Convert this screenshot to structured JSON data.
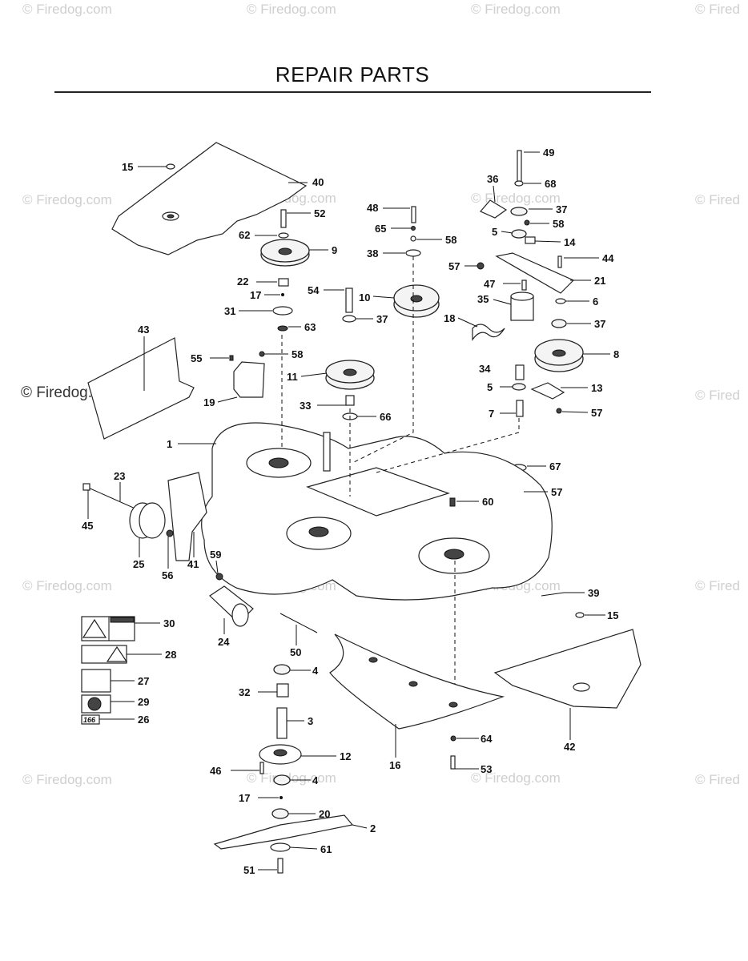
{
  "page_title": "REPAIR PARTS",
  "watermarks": [
    "© Firedog.com",
    "© Firedog.com",
    "© Firedog.com",
    "© Fired",
    "© Firedog.com",
    "© Firedog.com",
    "© Firedog.com",
    "© Fired",
    "© Firedog.com",
    "© Fired",
    "© Firedog.com",
    "© Firedog.com",
    "© Firedog.com",
    "© Fired",
    "© Firedog.com",
    "© Firedog.com",
    "© Firedog.com",
    "© Fired"
  ],
  "callouts": [
    "15",
    "40",
    "52",
    "62",
    "9",
    "22",
    "17",
    "31",
    "63",
    "43",
    "55",
    "58",
    "19",
    "11",
    "33",
    "66",
    "1",
    "48",
    "65",
    "58",
    "38",
    "54",
    "10",
    "37",
    "49",
    "68",
    "36",
    "37",
    "58",
    "5",
    "14",
    "57",
    "44",
    "47",
    "21",
    "35",
    "6",
    "18",
    "37",
    "8",
    "34",
    "5",
    "13",
    "7",
    "57",
    "67",
    "57",
    "23",
    "45",
    "25",
    "56",
    "41",
    "59",
    "24",
    "60",
    "50",
    "4",
    "32",
    "3",
    "12",
    "46",
    "4",
    "17",
    "20",
    "2",
    "61",
    "51",
    "16",
    "64",
    "53",
    "39",
    "15",
    "42",
    "30",
    "28",
    "27",
    "29",
    "26"
  ],
  "decals": {
    "decal_26_text": "166"
  }
}
